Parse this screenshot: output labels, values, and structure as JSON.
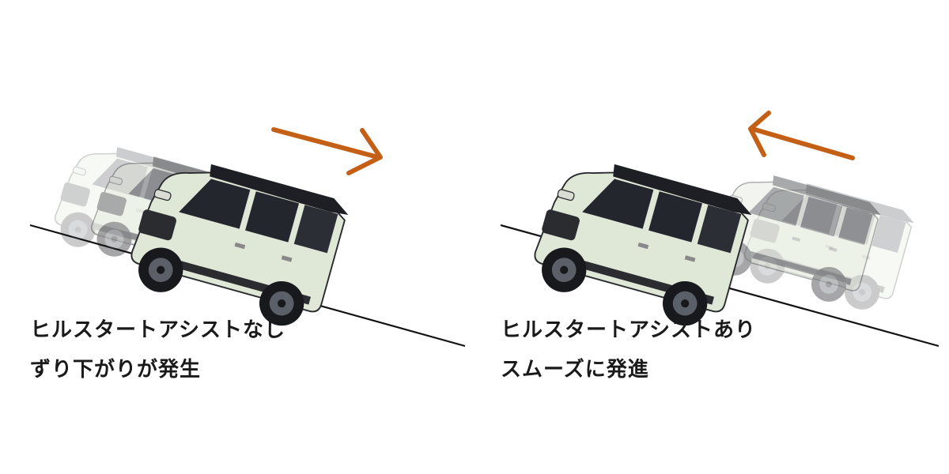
{
  "colors": {
    "arrow": "#c45f16",
    "body": "#dfe7d6",
    "roof": "#1d1f24",
    "slope_line": "#111111",
    "caption_text": "#1a1a1a"
  },
  "icons": {
    "vehicle": "van-icon",
    "direction": "arrow-icon"
  },
  "panels": [
    {
      "caption_title": "ヒルスタートアシストなし",
      "caption_sub": "ずり下がりが発生",
      "motion": "downhill"
    },
    {
      "caption_title": "ヒルスタートアシストあり",
      "caption_sub": "スムーズに発進",
      "motion": "uphill"
    }
  ]
}
